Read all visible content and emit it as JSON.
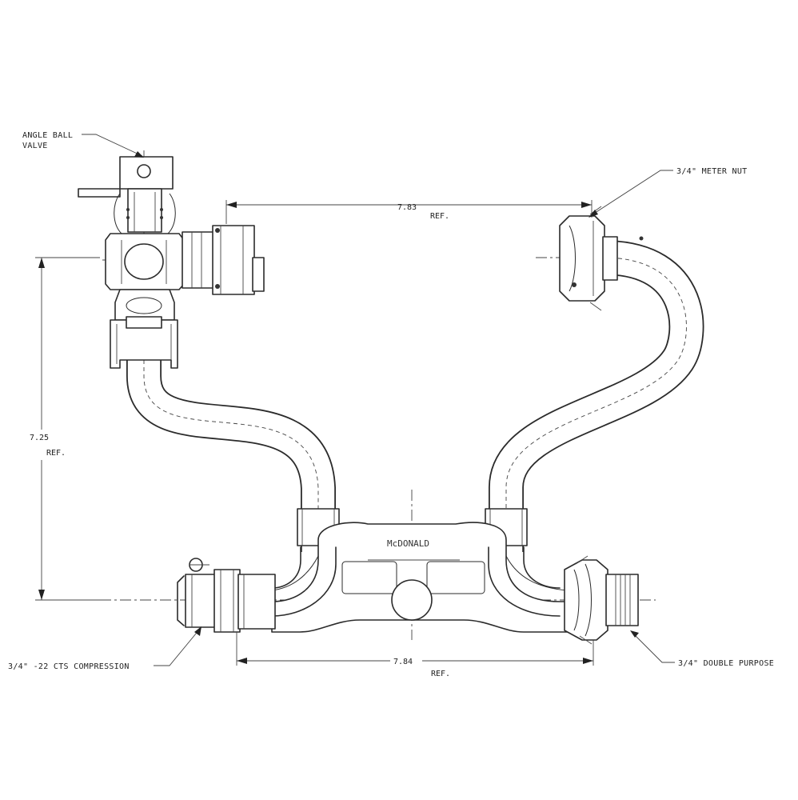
{
  "labels": {
    "angle_ball_valve_line1": "ANGLE BALL",
    "angle_ball_valve_line2": "VALVE",
    "meter_nut": "3/4\" METER NUT",
    "cts_compression": "3/4\" -22 CTS COMPRESSION",
    "double_purpose": "3/4\" DOUBLE PURPOSE"
  },
  "dimensions": {
    "top_width_value": "7.83",
    "top_width_ref": "REF.",
    "height_value": "7.25",
    "height_ref": "REF.",
    "bottom_width_value": "7.84",
    "bottom_width_ref": "REF."
  },
  "brand_mark": "McDONALD"
}
